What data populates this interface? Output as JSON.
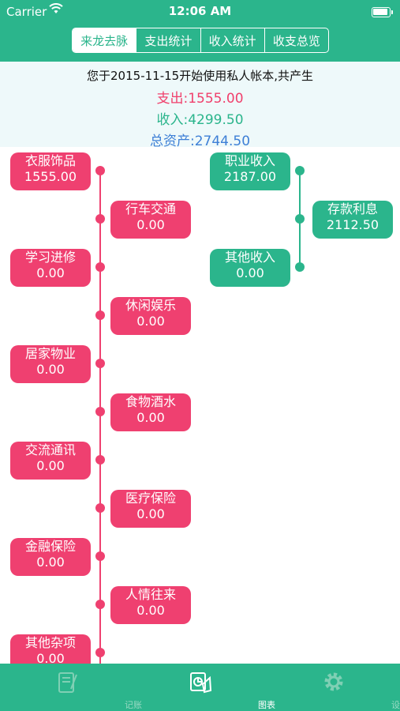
{
  "status": {
    "carrier": "Carrier",
    "time": "12:06 AM"
  },
  "tabs": [
    "来龙去脉",
    "支出统计",
    "收入统计",
    "收支总览"
  ],
  "summary": {
    "line1": "您于2015-11-15开始使用私人帐本,共产生",
    "expense": "支出:1555.00",
    "income": "收入:4299.50",
    "total": "总资产:2744.50"
  },
  "expense_nodes": [
    {
      "name": "衣服饰品",
      "amount": "1555.00"
    },
    {
      "name": "行车交通",
      "amount": "0.00"
    },
    {
      "name": "学习进修",
      "amount": "0.00"
    },
    {
      "name": "休闲娱乐",
      "amount": "0.00"
    },
    {
      "name": "居家物业",
      "amount": "0.00"
    },
    {
      "name": "食物酒水",
      "amount": "0.00"
    },
    {
      "name": "交流通讯",
      "amount": "0.00"
    },
    {
      "name": "医疗保险",
      "amount": "0.00"
    },
    {
      "name": "金融保险",
      "amount": "0.00"
    },
    {
      "name": "人情往来",
      "amount": "0.00"
    },
    {
      "name": "其他杂项",
      "amount": "0.00"
    }
  ],
  "income_nodes": [
    {
      "name": "职业收入",
      "amount": "2187.00"
    },
    {
      "name": "存款利息",
      "amount": "2112.50"
    },
    {
      "name": "其他收入",
      "amount": "0.00"
    }
  ],
  "tabbar": {
    "items": [
      "记账",
      "图表",
      "设置"
    ]
  },
  "colors": {
    "expense": "#ef4070",
    "income": "#2bb58c",
    "total": "#3d7fd6",
    "bar": "#2bb58c"
  }
}
